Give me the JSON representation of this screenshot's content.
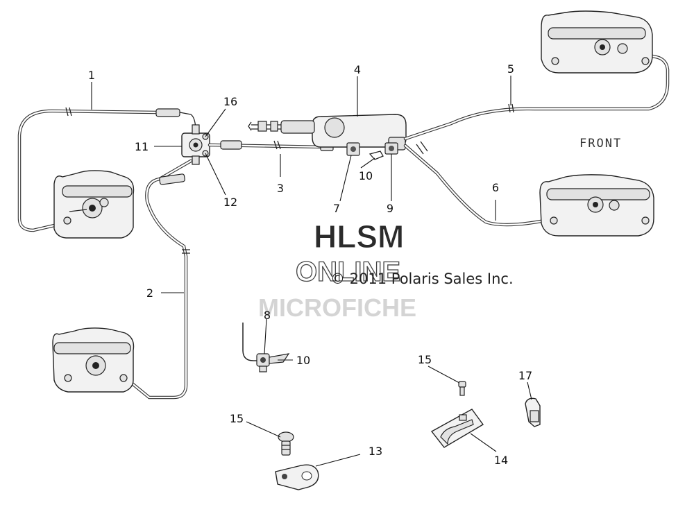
{
  "callouts": {
    "c1": "1",
    "c2": "2",
    "c3": "3",
    "c4": "4",
    "c5": "5",
    "c6": "6",
    "c7": "7",
    "c8": "8",
    "c9": "9",
    "c10a": "10",
    "c10b": "10",
    "c11": "11",
    "c12": "12",
    "c13": "13",
    "c14": "14",
    "c15a": "15",
    "c15b": "15",
    "c16": "16",
    "c17": "17"
  },
  "front_label": "FRONT",
  "copyright": "© 2011 Polaris Sales Inc.",
  "watermark": {
    "line1": "HLSM",
    "line2": "ONLINE",
    "line3": "MICROFICHE"
  },
  "colors": {
    "line": "#222222",
    "watermark_dark": "#2b2b2b",
    "watermark_light": "#cfcfcf"
  }
}
